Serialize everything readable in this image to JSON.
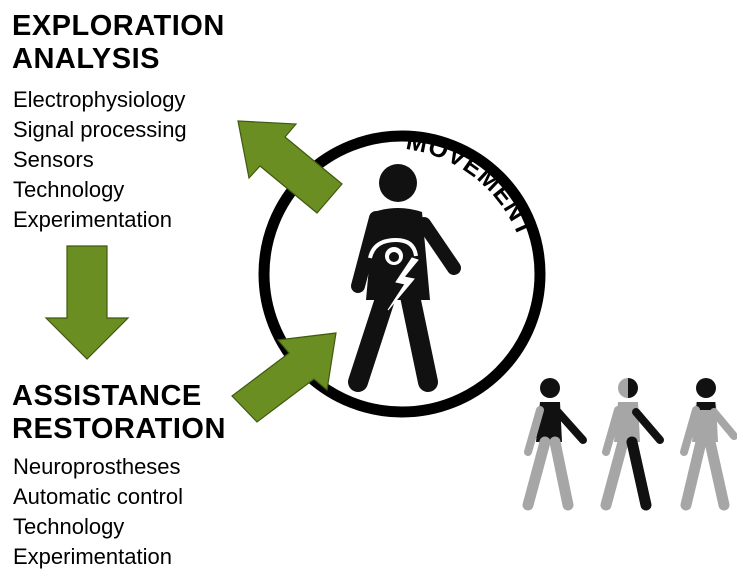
{
  "exploration": {
    "title_line1": "EXPLORATION",
    "title_line2": "ANALYSIS",
    "items": [
      "Electrophysiology",
      "Signal processing",
      "Sensors",
      "Technology",
      "Experimentation"
    ]
  },
  "assistance": {
    "title_line1": "ASSISTANCE",
    "title_line2": "RESTORATION",
    "items": [
      "Neuroprostheses",
      "Automatic control",
      "Technology",
      "Experimentation"
    ]
  },
  "circle": {
    "label": "MOVEMENT"
  },
  "colors": {
    "arrow_fill": "#6b8e23",
    "figure": "#111111",
    "walker_gray": "#a6a6a6"
  },
  "icons": [
    "arrow-down-icon",
    "arrow-up-left-icon",
    "arrow-up-right-icon",
    "person-icon",
    "lightning-icon",
    "walking-person-icon"
  ]
}
